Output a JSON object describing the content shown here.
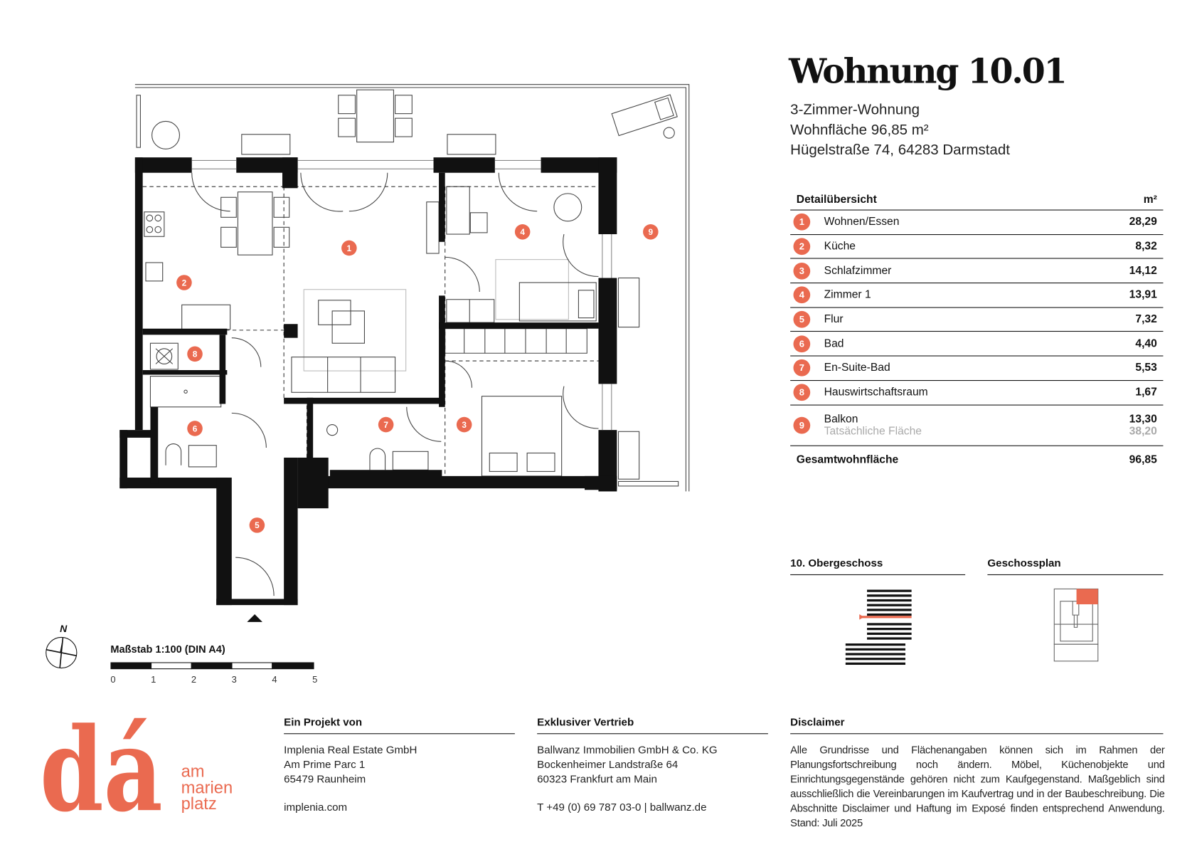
{
  "title": "Wohnung 10.01",
  "subtitle": [
    "3-Zimmer-Wohnung",
    "Wohnfläche 96,85 m²",
    "Hügelstraße 74, 64283 Darmstadt"
  ],
  "table": {
    "header": "Detailübersicht",
    "unit": "m²",
    "rows": [
      {
        "n": "1",
        "name": "Wohnen/Essen",
        "value": "28,29"
      },
      {
        "n": "2",
        "name": "Küche",
        "value": "8,32"
      },
      {
        "n": "3",
        "name": "Schlafzimmer",
        "value": "14,12"
      },
      {
        "n": "4",
        "name": "Zimmer 1",
        "value": "13,91"
      },
      {
        "n": "5",
        "name": "Flur",
        "value": "7,32"
      },
      {
        "n": "6",
        "name": "Bad",
        "value": "4,40"
      },
      {
        "n": "7",
        "name": "En-Suite-Bad",
        "value": "5,53"
      },
      {
        "n": "8",
        "name": "Hauswirtschaftsraum",
        "value": "1,67"
      }
    ],
    "balcony": {
      "n": "9",
      "name": "Balkon",
      "value": "13,30",
      "note": "Tatsächliche Fläche",
      "note_value": "38,20"
    },
    "total_label": "Gesamtwohnfläche",
    "total_value": "96,85"
  },
  "floor_label": "10. Obergeschoss",
  "plan_label": "Geschossplan",
  "north": "N",
  "scale": {
    "label": "Maßstab 1:100 (DIN A4)",
    "ticks": [
      "0",
      "1",
      "2",
      "3",
      "4",
      "5"
    ]
  },
  "logo": {
    "mark": "dá",
    "words": [
      "am",
      "marien",
      "platz"
    ]
  },
  "footer": {
    "project": {
      "heading": "Ein Projekt von",
      "lines": [
        "Implenia Real Estate GmbH",
        "Am Prime Parc 1",
        "65479 Raunheim"
      ],
      "web": "implenia.com"
    },
    "sales": {
      "heading": "Exklusiver Vertrieb",
      "lines": [
        "Ballwanz Immobilien GmbH & Co. KG",
        "Bockenheimer Landstraße 64",
        "60323 Frankfurt am Main"
      ],
      "contact": "T +49 (0) 69 787 03-0 | ballwanz.de"
    },
    "disclaimer": {
      "heading": "Disclaimer",
      "text": "Alle Grundrisse und Flächenangaben können sich im Rahmen der Planungsfortschreibung noch ändern. Möbel, Küchenobjekte und Einrichtungsgegenstände gehören nicht zum Kaufgegenstand. Maßgeblich sind ausschließlich die Vereinbarungen im Kaufvertrag und in der Baubeschreibung. Die Abschnitte Disclaimer und Haftung im Exposé finden entsprechend Anwendung. Stand: Juli 2025"
    }
  },
  "colors": {
    "accent": "#ea6a50",
    "ink": "#111111"
  }
}
